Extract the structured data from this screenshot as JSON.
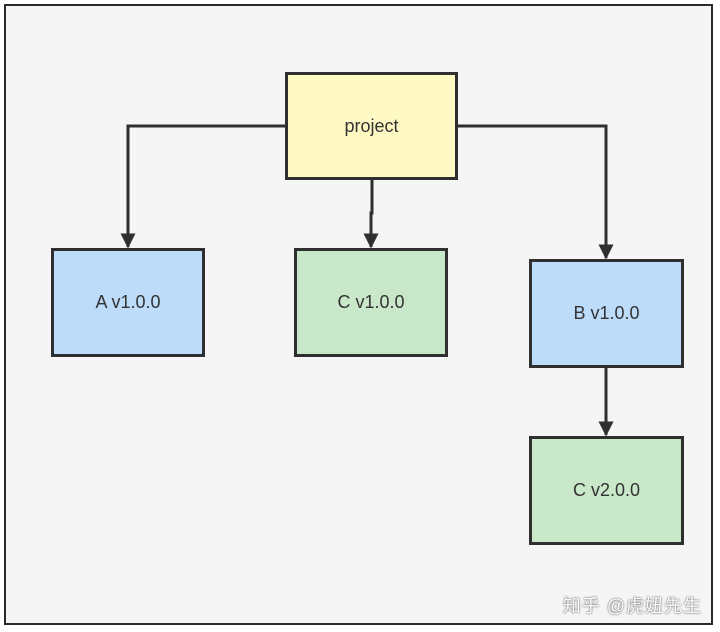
{
  "diagram": {
    "nodes": {
      "project": {
        "label": "project"
      },
      "a_v1": {
        "label": "A v1.0.0"
      },
      "c_v1": {
        "label": "C v1.0.0"
      },
      "b_v1": {
        "label": "B v1.0.0"
      },
      "c_v2": {
        "label": "C v2.0.0"
      }
    },
    "colors": {
      "root": "#fff9c4",
      "direct_dep": "#bddcf9",
      "package_c": "#c9e7c9",
      "stroke": "#2f2f2f"
    }
  },
  "watermark": {
    "text": "知乎 @虎妞先生"
  }
}
